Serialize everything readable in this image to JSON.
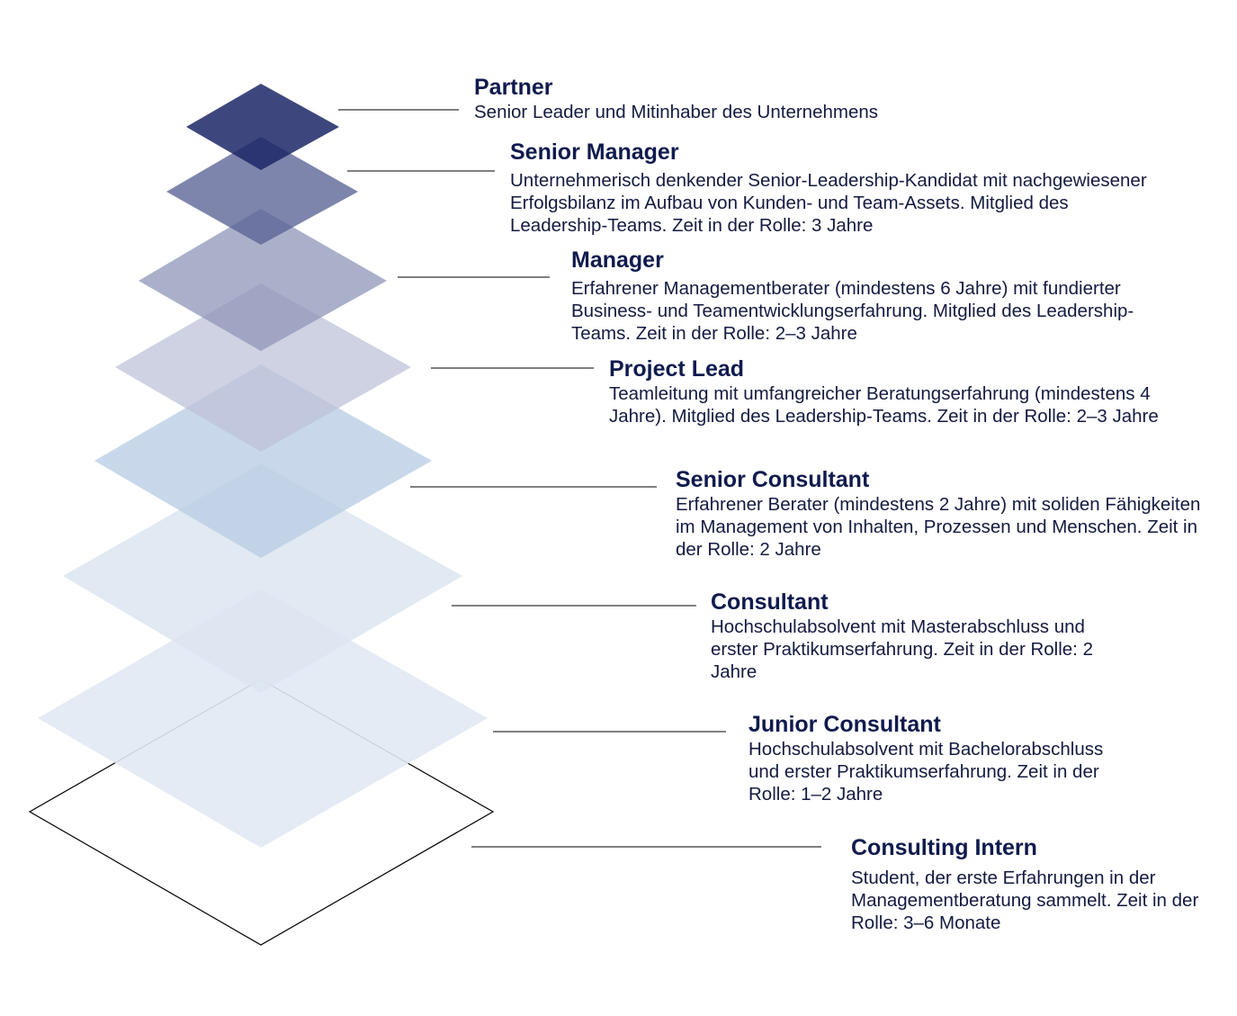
{
  "levels": [
    {
      "title": "Partner",
      "description": "Senior Leader und Mitinhaber des Unternehmens"
    },
    {
      "title": "Senior Manager",
      "description": "Unternehmerisch denkender Senior-Leadership-Kandidat mit nachgewiesener Erfolgsbilanz im Aufbau von Kunden- und Team-Assets. Mitglied des Leadership-Teams. Zeit in der Rolle: 3 Jahre"
    },
    {
      "title": "Manager",
      "description": "Erfahrener Managementberater (mindestens 6 Jahre) mit fundierter Business- und Teamentwicklungserfahrung. Mitglied des Leadership-Teams. Zeit in der Rolle: 2–3 Jahre"
    },
    {
      "title": "Project Lead",
      "description": "Teamleitung mit umfangreicher Beratungserfahrung (mindestens 4 Jahre). Mitglied des Leadership-Teams. Zeit in der Rolle: 2–3 Jahre"
    },
    {
      "title": "Senior Consultant",
      "description": "Erfahrener Berater (mindestens 2 Jahre) mit soliden Fähigkeiten im Management von Inhalten, Prozessen und Menschen. Zeit in der Rolle: 2 Jahre"
    },
    {
      "title": "Consultant",
      "description": "Hochschulabsolvent mit Masterabschluss und erster Praktikumserfahrung. Zeit in der Rolle: 2 Jahre"
    },
    {
      "title": "Junior Consultant",
      "description": "Hochschulabsolvent mit Bachelorabschluss und erster Praktikumserfahrung. Zeit in der Rolle: 1–2 Jahre"
    },
    {
      "title": "Consulting Intern",
      "description": "Student, der erste Erfahrungen in der Managementberatung sammelt. Zeit in der Rolle: 3–6 Monate"
    }
  ],
  "colors": {
    "layers": [
      "#3d4a80",
      "#7d84aa",
      "#abb0c9",
      "#d0d3e2",
      "#c6d6e8",
      "#dce5f0",
      "#e1e9f3",
      "#ffffff"
    ],
    "outline": "#000000",
    "connector": "#000000",
    "title_text": "#0f1a4d"
  }
}
